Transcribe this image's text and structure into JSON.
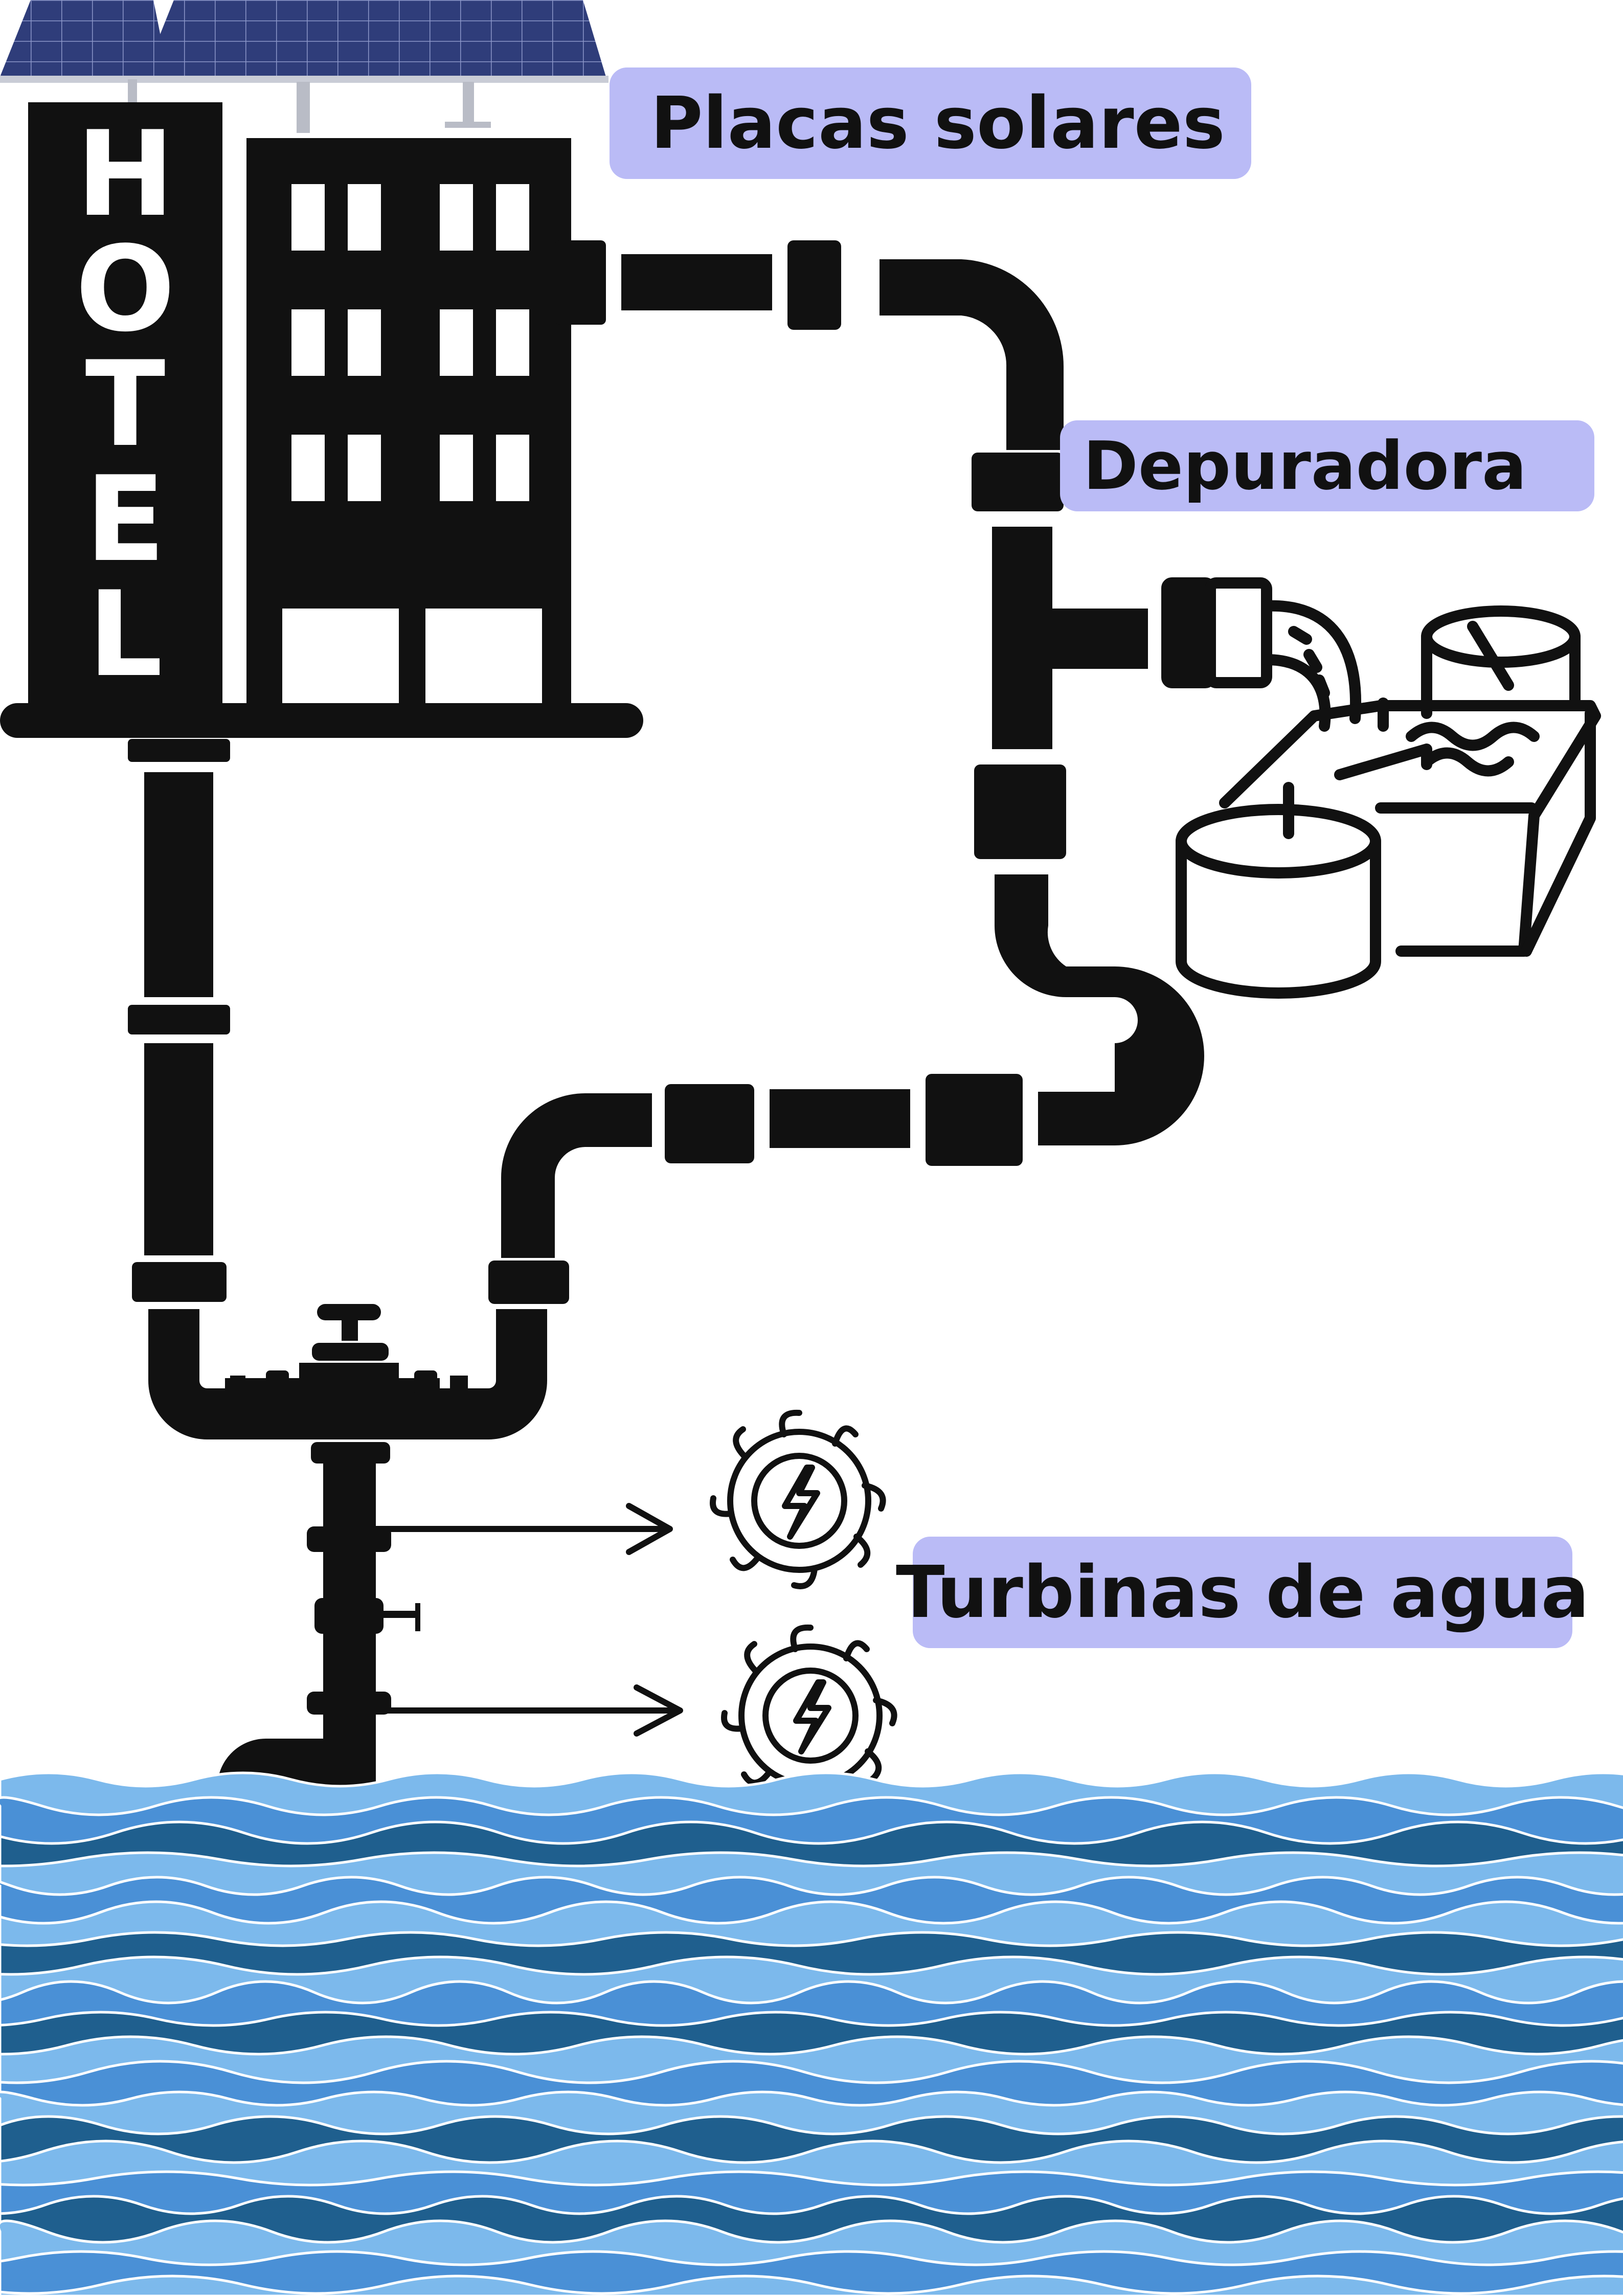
{
  "hotel": {
    "sign_letters": [
      "H",
      "O",
      "T",
      "E",
      "L"
    ]
  },
  "labels": {
    "solar": "Placas solares",
    "treatment": "Depuradora",
    "turbines": "Turbinas de agua"
  },
  "colors": {
    "pipe": "#111111",
    "label_bg": "#babbf6",
    "panel": "#3a4a8c",
    "water_light": "#7cb9ec",
    "water_mid": "#4a90d6",
    "water_dark": "#1f5f8e",
    "background": "#ffffff"
  },
  "icons": [
    "solar-panel-icon",
    "hotel-building-icon",
    "water-treatment-plant-icon",
    "water-turbine-icon",
    "valve-icon",
    "arrow-right-icon"
  ]
}
